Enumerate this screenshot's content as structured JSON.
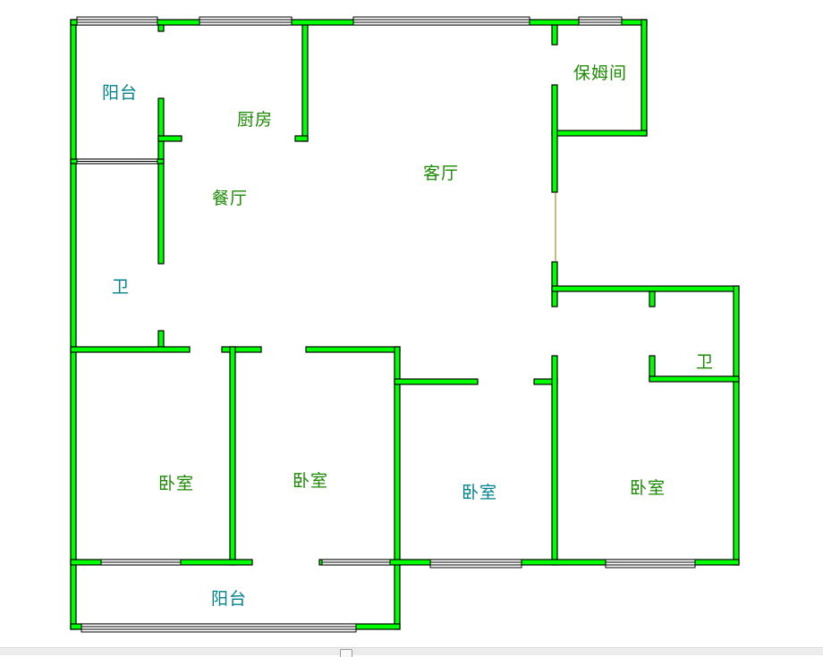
{
  "colors": {
    "wall": "#00ff00",
    "outline": "#000000",
    "label": "#1a8a00",
    "label_alt": "#00838a"
  },
  "rooms": {
    "balcony_top": "阳台",
    "kitchen": "厨房",
    "nanny_room": "保姆间",
    "living_room": "客厅",
    "dining_room": "餐厅",
    "bathroom_left": "卫",
    "bathroom_right": "卫",
    "bedroom_1": "卧室",
    "bedroom_2": "卧室",
    "bedroom_3": "卧室",
    "bedroom_4": "卧室",
    "balcony_bottom": "阳台"
  }
}
